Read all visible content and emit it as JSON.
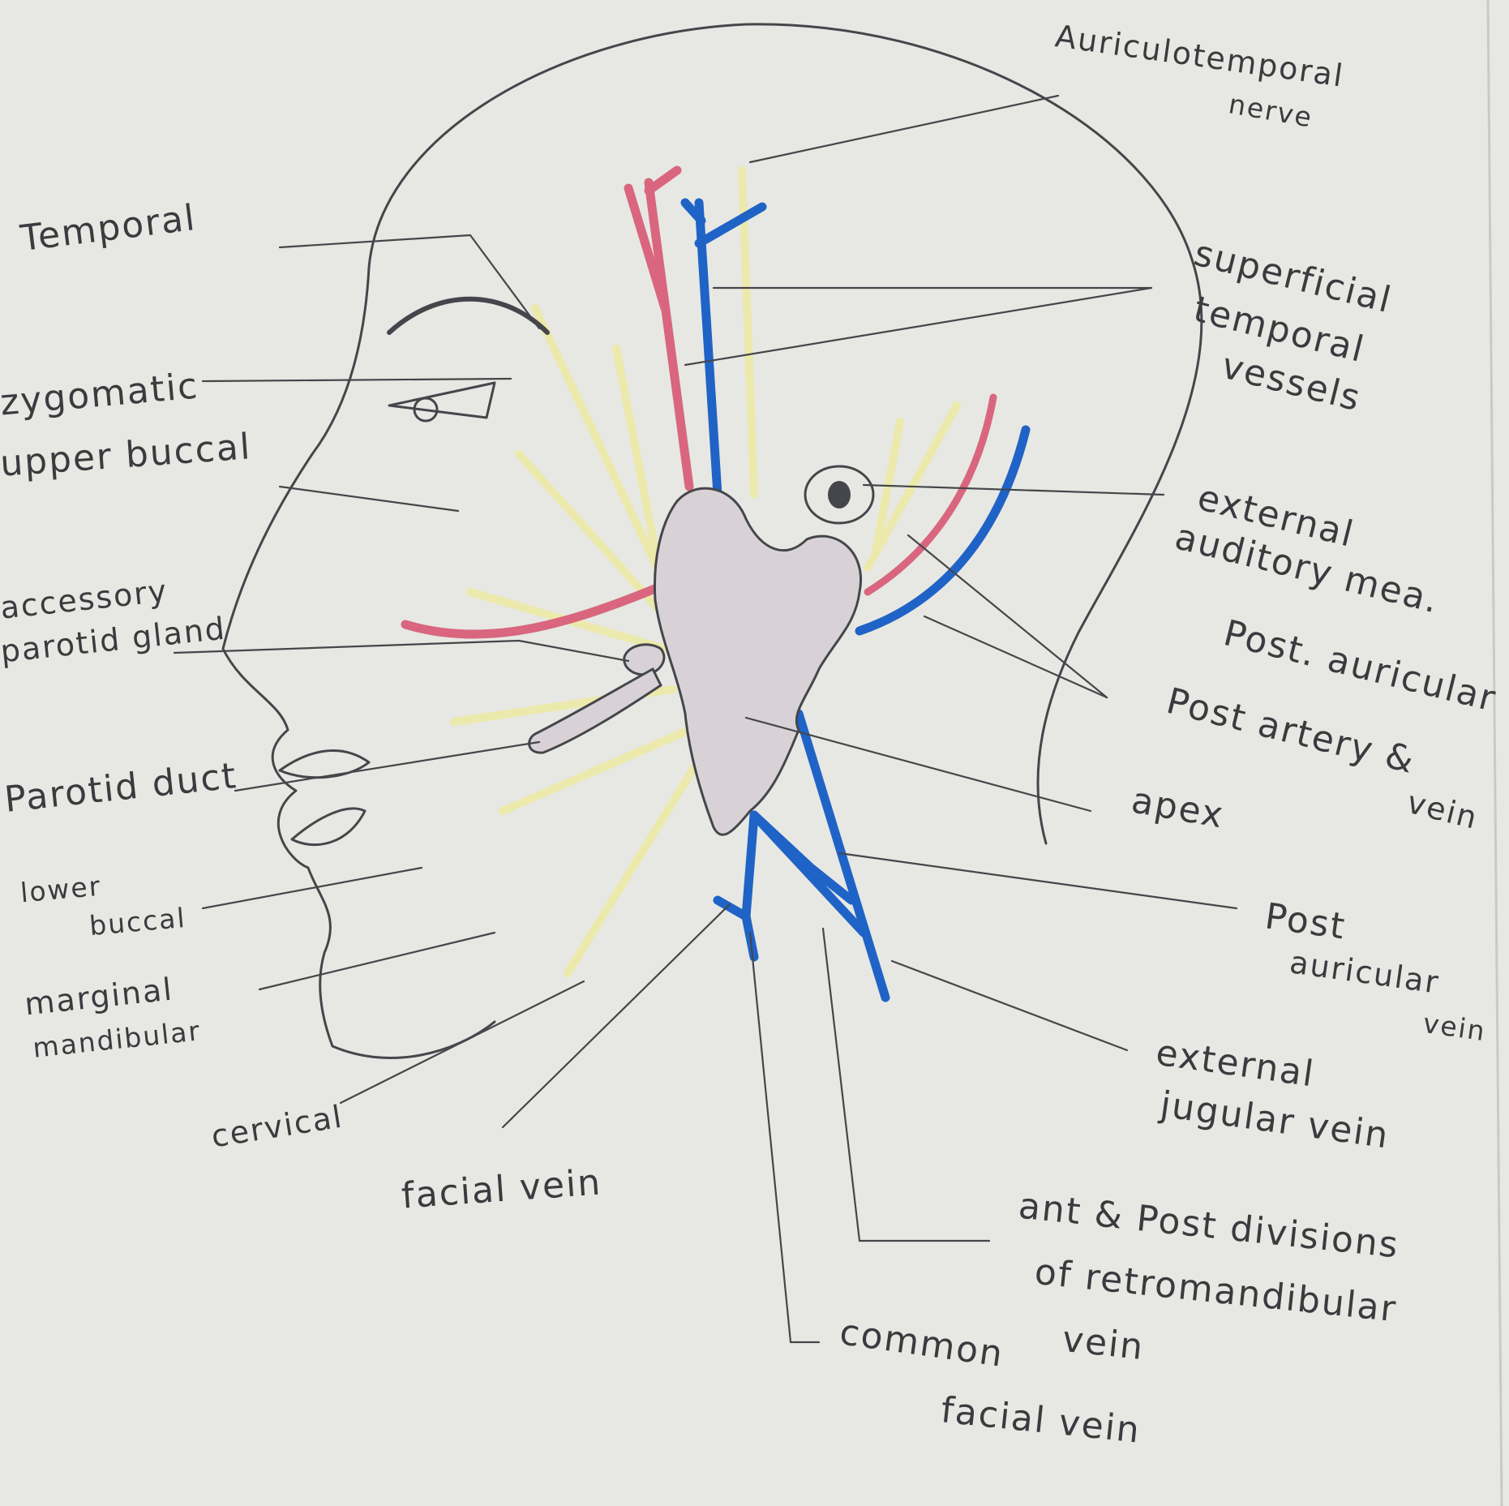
{
  "colors": {
    "paper": "#e7e8e3",
    "pencil": "#45464b",
    "artery": "#d9667e",
    "vein": "#1f63c7",
    "nerve": "#eeea9a",
    "gland": "#d8d2d6"
  },
  "labels": {
    "auriculotemporal_1": "Auriculotemporal",
    "auriculotemporal_2": "nerve",
    "temporal": "Temporal",
    "zygomatic": "zygomatic",
    "upper_buccal": "upper buccal",
    "accessory_1": "accessory",
    "accessory_2": "parotid gland",
    "parotid_duct": "Parotid duct",
    "lower_buccal_1": "lower",
    "lower_buccal_2": "buccal",
    "marginal_1": "marginal",
    "marginal_2": "mandibular",
    "cervical": "cervical",
    "facial_vein": "facial vein",
    "sup_temporal_1": "superficial",
    "sup_temporal_2": "temporal",
    "sup_temporal_3": "vessels",
    "ext_auditory_1": "external",
    "ext_auditory_2": "auditory mea.",
    "post_auricular_nerve": "Post. auricular",
    "post_artery_1": "Post artery &",
    "post_artery_2": "vein",
    "apex": "apex",
    "post_aur_vein_1": "Post",
    "post_aur_vein_2": "auricular",
    "post_aur_vein_3": "vein",
    "ext_jugular_1": "external",
    "ext_jugular_2": "jugular vein",
    "divisions_1": "ant & Post divisions",
    "divisions_2": "of retromandibular",
    "divisions_3": "vein",
    "common_facial_1": "common",
    "common_facial_2": "facial vein"
  }
}
